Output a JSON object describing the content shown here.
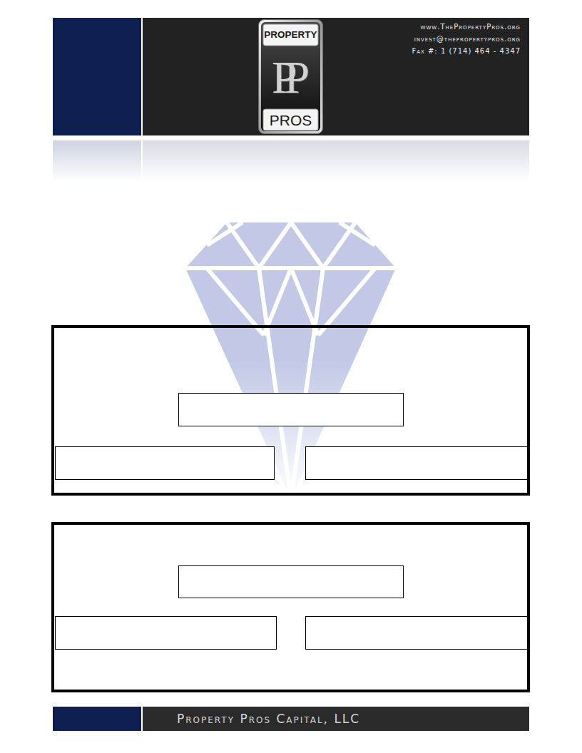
{
  "diagram": {
    "nodes": [
      {
        "text": [
          "www.ThePropertyPros.org",
          "invest@thepropertypros.org",
          "Fax #: 1 (714) 464 - 4347"
        ]
      },
      {
        "text": [
          "PROPERTY",
          "PP",
          "PROS"
        ],
        "in": 0
      },
      {
        "text": [
          "Property Pros Capital, LLC"
        ]
      }
    ]
  }
}
